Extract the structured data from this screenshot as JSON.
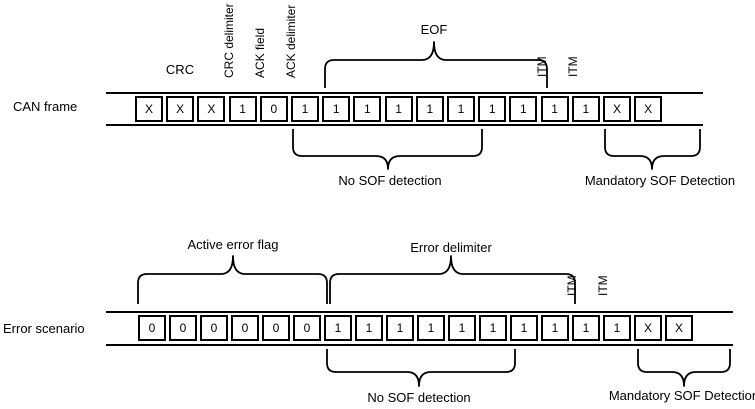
{
  "colors": {
    "line": "#000000",
    "background": "#ffffff",
    "text": "#000000"
  },
  "top_diagram": {
    "row_label": "CAN frame",
    "bits": [
      "X",
      "X",
      "X",
      "1",
      "0",
      "1",
      "1",
      "1",
      "1",
      "1",
      "1",
      "1",
      "1",
      "1",
      "1",
      "X",
      "X"
    ],
    "field_labels": {
      "crc": "CRC",
      "crc_delimiter": "CRC delimiter",
      "ack_field": "ACK field",
      "ack_delimiter": "ACK delimiter",
      "eof": "EOF",
      "itm_1": "ITM",
      "itm_2": "ITM"
    },
    "annotations": {
      "no_sof": "No SOF detection",
      "mandatory_sof": "Mandatory SOF Detection"
    }
  },
  "bottom_diagram": {
    "row_label": "Error scenario",
    "bits": [
      "0",
      "0",
      "0",
      "0",
      "0",
      "0",
      "1",
      "1",
      "1",
      "1",
      "1",
      "1",
      "1",
      "1",
      "1",
      "1",
      "X",
      "X"
    ],
    "field_labels": {
      "active_error_flag": "Active error flag",
      "error_delimiter": "Error delimiter",
      "itm_1": "ITM",
      "itm_2": "ITM"
    },
    "annotations": {
      "no_sof": "No SOF detection",
      "mandatory_sof": "Mandatory SOF Detection"
    }
  }
}
